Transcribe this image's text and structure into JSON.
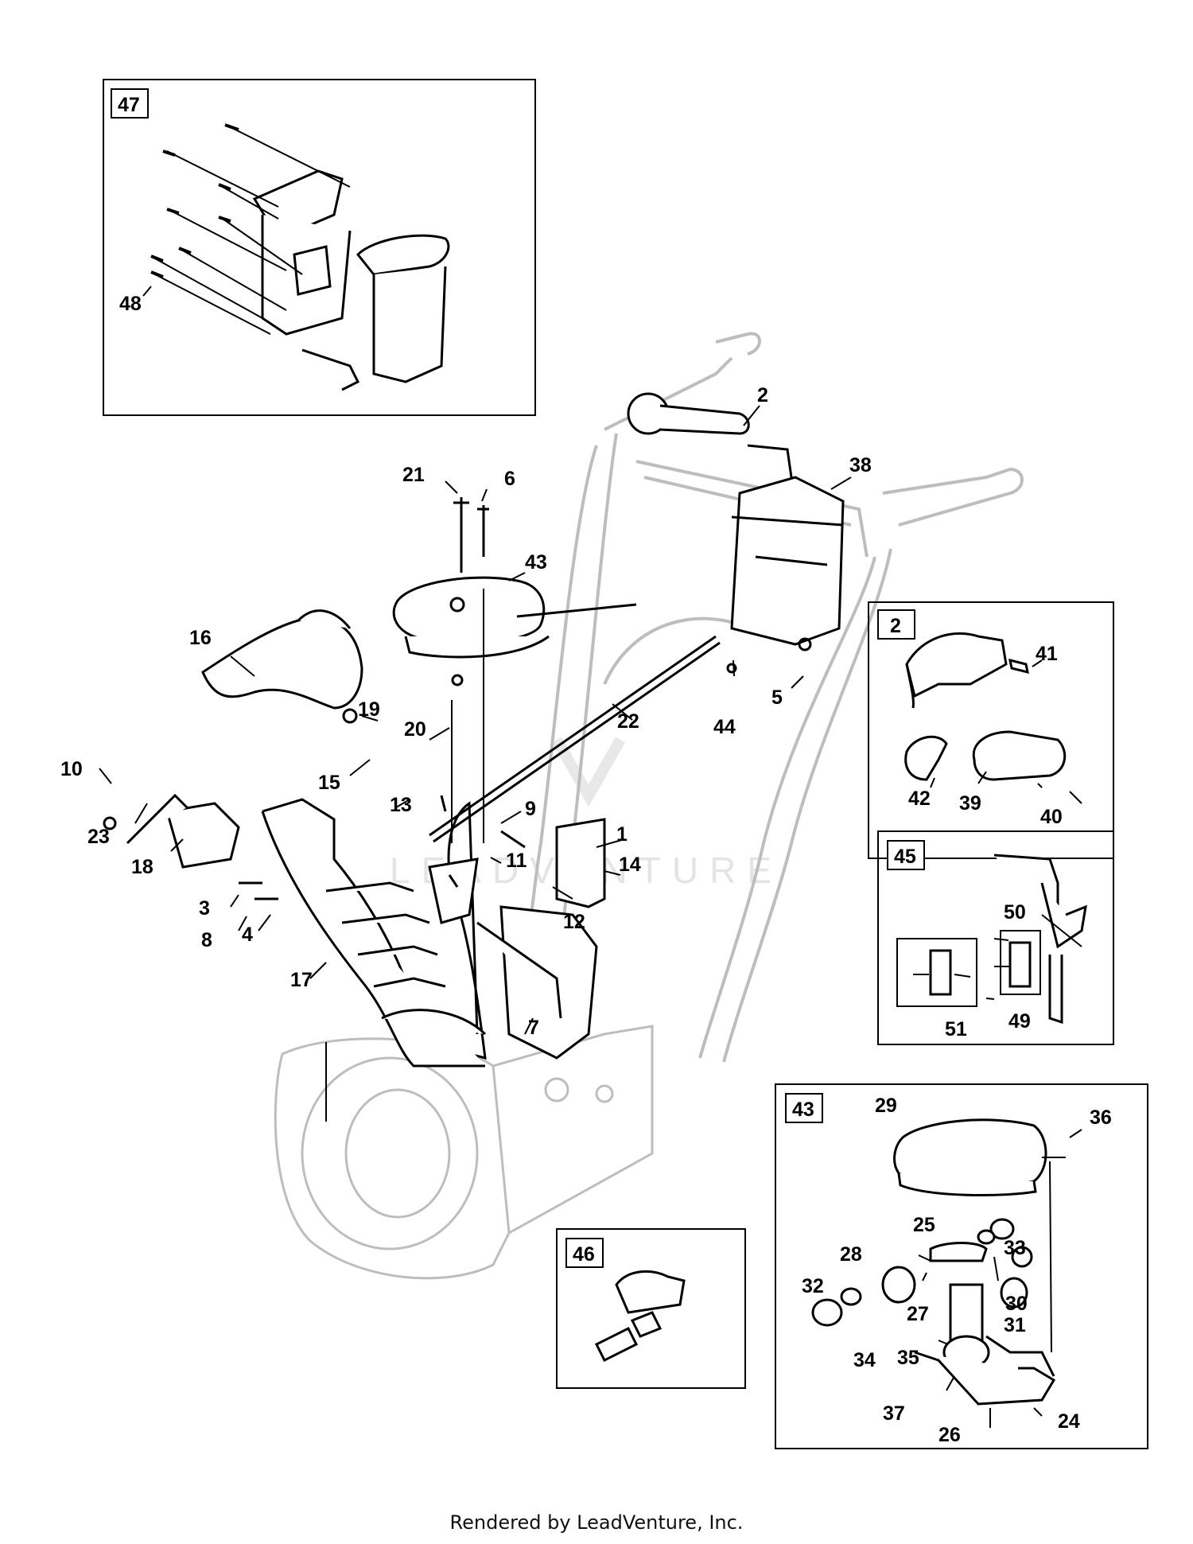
{
  "inset_boxes": [
    {
      "id": "box-47",
      "label": "47",
      "callouts": [
        "48"
      ]
    },
    {
      "id": "box-2",
      "label": "2",
      "callouts": [
        "41",
        "42",
        "39",
        "40"
      ]
    },
    {
      "id": "box-45",
      "label": "45",
      "callouts": [
        "50",
        "51",
        "49"
      ]
    },
    {
      "id": "box-43",
      "label": "43",
      "callouts": [
        "29",
        "36",
        "25",
        "33",
        "28",
        "32",
        "27",
        "30",
        "31",
        "35",
        "34",
        "37",
        "26",
        "24"
      ]
    },
    {
      "id": "box-46",
      "label": "46",
      "callouts": []
    }
  ],
  "main_callouts": [
    "2",
    "38",
    "21",
    "6",
    "43",
    "16",
    "19",
    "20",
    "22",
    "44",
    "5",
    "10",
    "15",
    "13",
    "9",
    "1",
    "14",
    "23",
    "18",
    "11",
    "12",
    "3",
    "8",
    "4",
    "17",
    "7"
  ],
  "watermark": "LEADVENTURE",
  "footer": "Rendered by LeadVenture, Inc."
}
